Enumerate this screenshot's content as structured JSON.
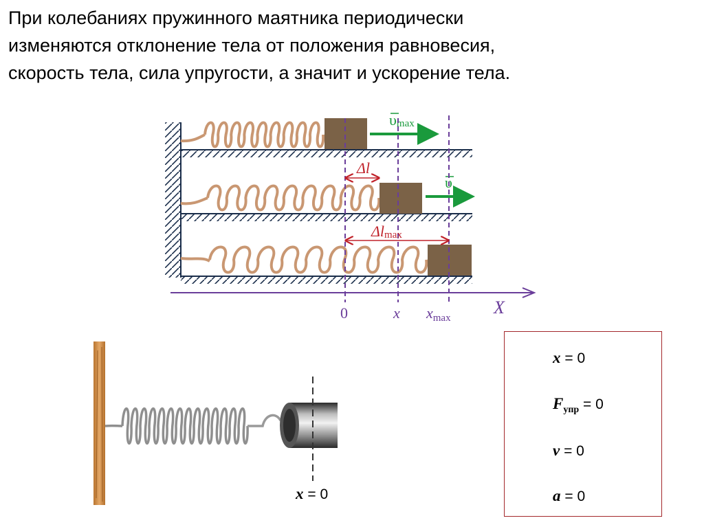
{
  "heading": {
    "line1": "При колебаниях пружинного маятника периодически",
    "line2": "изменяются отклонение тела от положения равновесия,",
    "line3": "скорость тела, сила упругости, а значит и ускорение тела."
  },
  "diagram": {
    "velocity_max_symbol": "υ",
    "velocity_max_sub": "max",
    "velocity_symbol": "υ",
    "dl_label": "Δl",
    "dlmax_label": "Δl",
    "dlmax_sub": "max",
    "axis_label": "X",
    "tick_zero": "0",
    "tick_x": "x",
    "tick_xmax": "x",
    "tick_xmax_sub": "max",
    "colors": {
      "spring": "#c99772",
      "block": "#7b6247",
      "arrow": "#1a9a3c",
      "measure": "#c0222a",
      "axis": "#6a3d9a"
    }
  },
  "pendulum": {
    "position_var": "x",
    "position_value": "= 0"
  },
  "values_box": {
    "x_var": "x",
    "x_value": "= 0",
    "f_var": "F",
    "f_sub": "упр",
    "f_value": "= 0",
    "v_var": "v",
    "v_value": "= 0",
    "a_var": "a",
    "a_value": "= 0",
    "border_color": "#a3262a"
  }
}
